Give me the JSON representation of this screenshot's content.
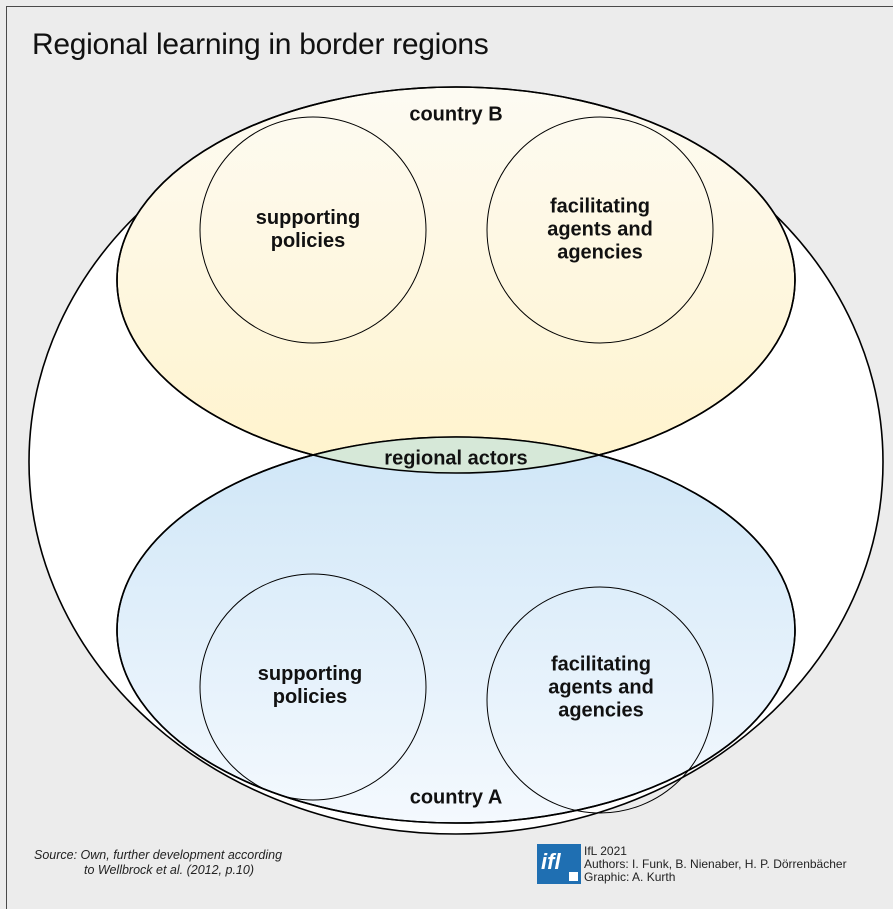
{
  "title": "Regional learning in border regions",
  "labels": {
    "country_b": "country B",
    "country_a": "country A",
    "regional_actors": "regional actors",
    "top_left_circle": [
      "supporting",
      "policies"
    ],
    "top_right_circle": [
      "facilitating",
      "agents and",
      "agencies"
    ],
    "bottom_left_circle": [
      "supporting",
      "policies"
    ],
    "bottom_right_circle": [
      "facilitating",
      "agents and",
      "agencies"
    ]
  },
  "colors": {
    "background": "#ececec",
    "outer_fill": "#ffffff",
    "country_b_top": "#fff3cc",
    "country_b_bottom": "#fdfbf3",
    "country_a_top": "#cfe6f7",
    "country_a_bottom": "#f4f9fe",
    "overlap": "#d6e8d8",
    "logo": "#1f6fb2"
  },
  "footer": {
    "source_line1": "Source: Own, further development according",
    "source_line2": "to Wellbrock et al. (2012, p.10)",
    "logo_text": "ifl",
    "credits": [
      "IfL 2021",
      "Authors: I. Funk, B. Nienaber, H. P. Dörrenbächer",
      "Graphic: A. Kurth"
    ]
  }
}
